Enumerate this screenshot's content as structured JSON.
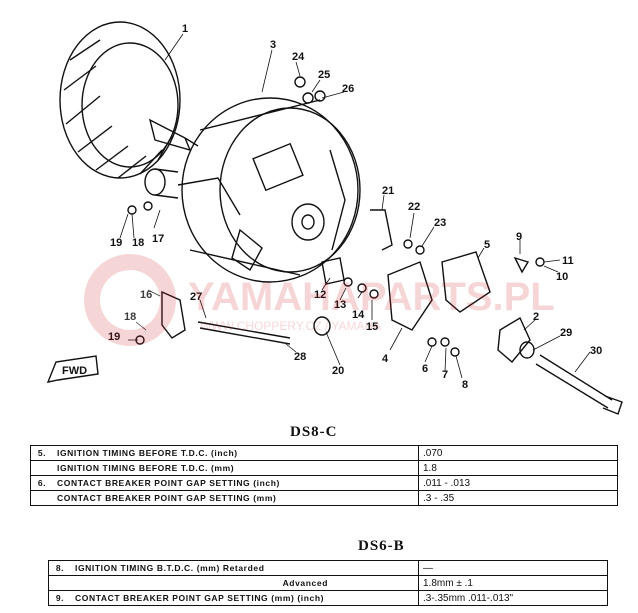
{
  "diagram": {
    "callouts": [
      "1",
      "2",
      "3",
      "4",
      "5",
      "6",
      "7",
      "8",
      "9",
      "10",
      "11",
      "12",
      "13",
      "14",
      "15",
      "16",
      "17",
      "18",
      "18",
      "19",
      "19",
      "20",
      "21",
      "22",
      "23",
      "24",
      "25",
      "26",
      "27",
      "28",
      "29",
      "30"
    ],
    "fwd_label": "FWD",
    "watermark_text": "YAMAHAPARTS.PL",
    "watermark_subtext": "WWW.CHOPPERY.CZ / YAMAHA"
  },
  "ds8c": {
    "heading": "DS8-C",
    "rows": [
      {
        "num": "5.",
        "label": "IGNITION TIMING BEFORE T.D.C. (inch)",
        "value": ".070"
      },
      {
        "num": "",
        "label": "IGNITION TIMING BEFORE T.D.C. (mm)",
        "value": "1.8"
      },
      {
        "num": "6.",
        "label": "CONTACT BREAKER POINT GAP SETTING (inch)",
        "value": ".011 - .013"
      },
      {
        "num": "",
        "label": "CONTACT BREAKER POINT GAP SETTING (mm)",
        "value": ".3 - .35"
      }
    ]
  },
  "ds6b": {
    "heading": "DS6-B",
    "rows": [
      {
        "num": "8.",
        "label": "IGNITION TIMING B.T.D.C. (mm) Retarded",
        "value": "—"
      },
      {
        "num": "",
        "label": "Advanced",
        "value": "1.8mm ± .1"
      },
      {
        "num": "9.",
        "label": "CONTACT BREAKER POINT GAP SETTING (mm) (inch)",
        "value": ".3-.35mm .011-.013\""
      }
    ]
  }
}
